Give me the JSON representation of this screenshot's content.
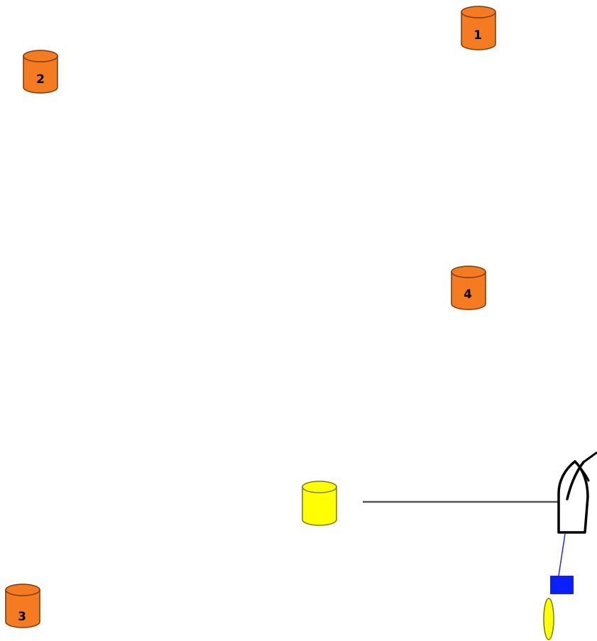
{
  "marks": {
    "buoy_1": "1",
    "buoy_2": "2",
    "buoy_3": "3",
    "buoy_4": "4"
  },
  "colors": {
    "mark_buoy_fill": "#f47b20",
    "mark_buoy_stroke": "#7a3a08",
    "yellow_buoy_fill": "#ffff00",
    "yellow_buoy_stroke": "#7a7a00",
    "boat_stroke": "#000000",
    "tow_line": "#555555",
    "blue_line": "#1c2cff",
    "blue_float": "#0a20ff",
    "yellow_float": "#ffff00"
  },
  "icons": {
    "mark_buoy": "cylinder-buoy-icon",
    "yellow_buoy": "yellow-cylinder-buoy-icon",
    "boat": "boat-icon",
    "float": "blue-float-icon",
    "fender": "yellow-fender-icon"
  }
}
